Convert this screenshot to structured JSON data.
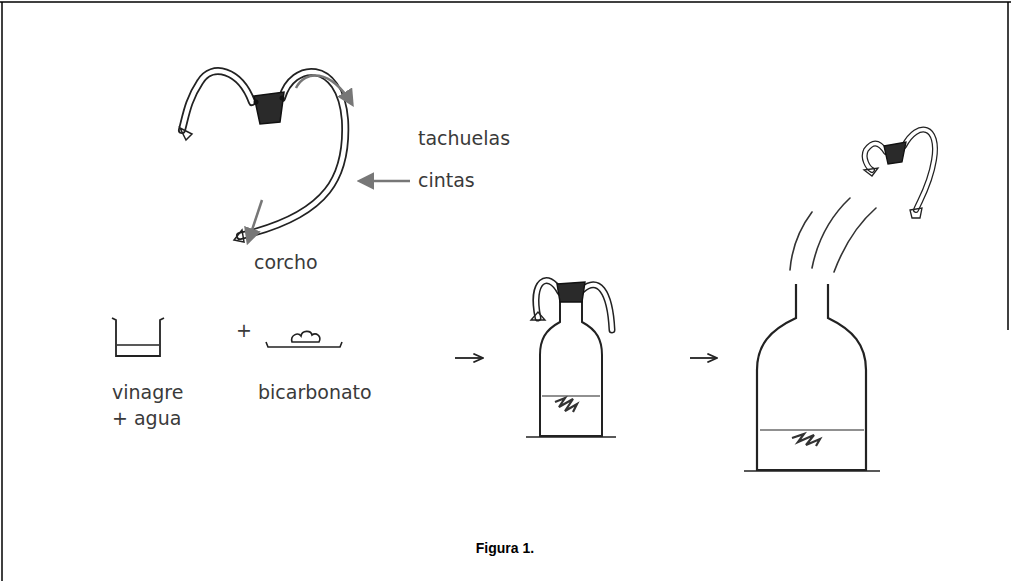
{
  "diagram": {
    "caption": "Figura 1.",
    "labels": [
      "tachuelas",
      "cintas",
      "corcho",
      "vinagre + agua",
      "+",
      "bicarbonato"
    ]
  }
}
